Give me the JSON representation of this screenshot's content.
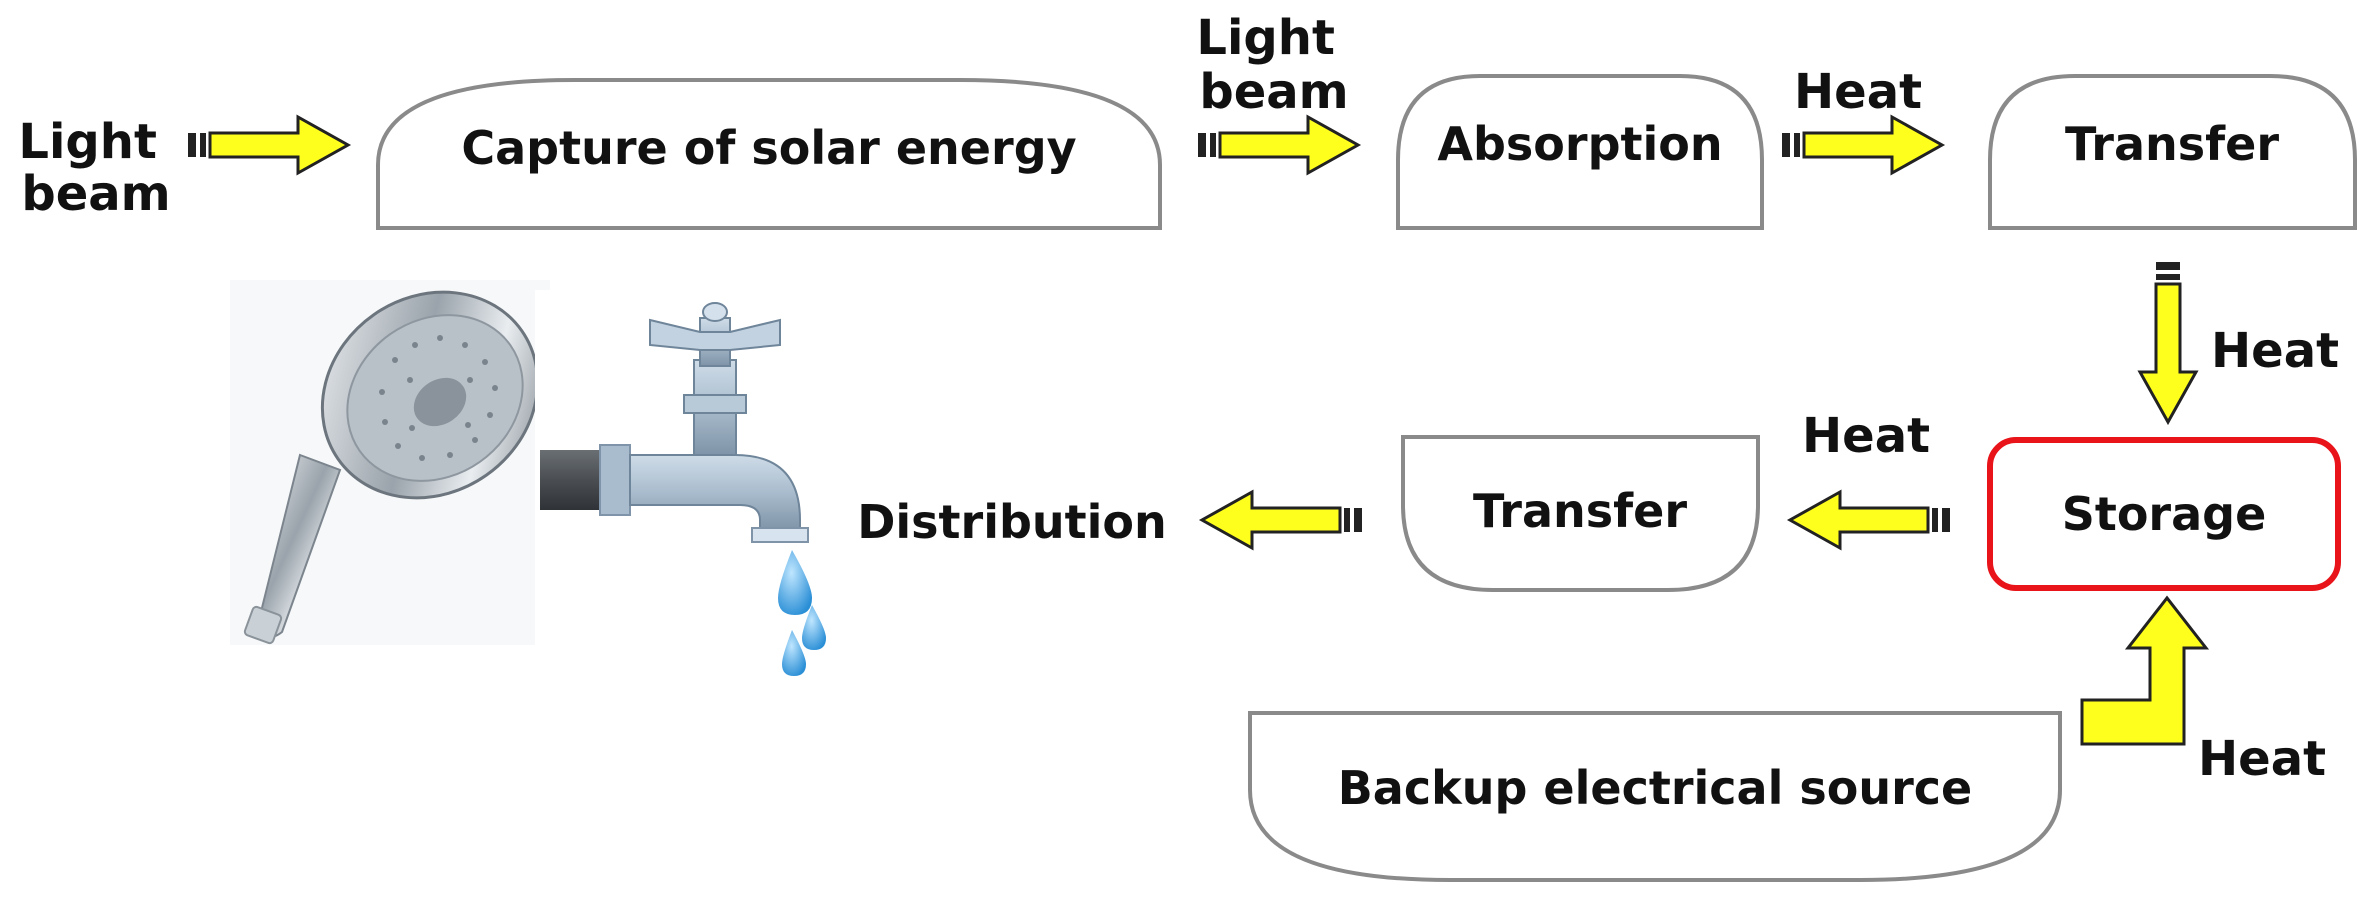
{
  "nodes": {
    "capture": "Capture of solar energy",
    "absorption": "Absorption",
    "transfer_top": "Transfer",
    "storage": "Storage",
    "transfer_mid": "Transfer",
    "distribution": "Distribution",
    "backup": "Backup electrical source"
  },
  "edge_labels": {
    "light_beam_in": [
      "Light",
      "beam"
    ],
    "light_beam_mid": [
      "Light",
      "beam"
    ],
    "heat_absorption_transfer": "Heat",
    "heat_transfer_storage": "Heat",
    "heat_storage_transfer": "Heat",
    "heat_backup_storage": "Heat"
  },
  "colors": {
    "arrow_fill": "#ffff1e",
    "box_border": "#8a8a8a",
    "storage_border": "#e8141a"
  },
  "illustrations": [
    "shower-head-icon",
    "water-tap-icon"
  ]
}
